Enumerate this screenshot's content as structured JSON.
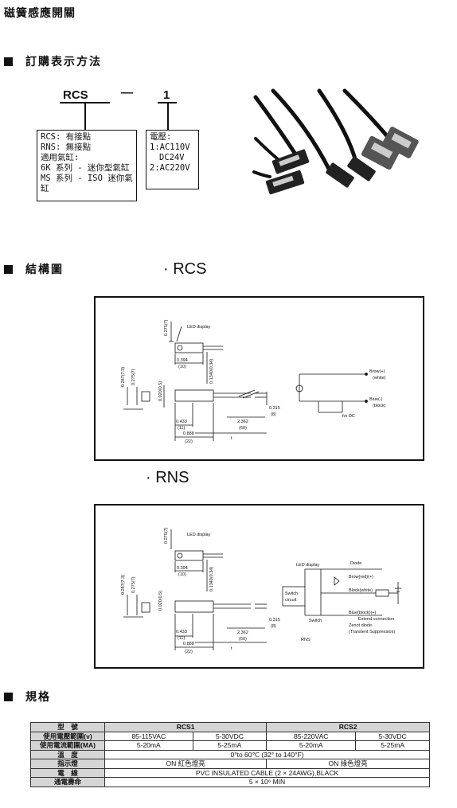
{
  "page_title": "磁簧感應開關",
  "ordering": {
    "heading": "訂購表示方法",
    "code_model": "RCS",
    "code_dash": "—",
    "code_option": "1",
    "model_box_lines": [
      "RCS: 有接點",
      "RNS: 無接點",
      "適用氣缸:",
      "6K 系列 - 迷你型氣缸",
      "MS 系列 - ISO 迷你氣缸"
    ],
    "voltage_box_lines": [
      "電壓:",
      "1:AC110V",
      "DC24V",
      "2:AC220V"
    ]
  },
  "structure": {
    "heading": "結構圖",
    "rcs_label": "· RCS",
    "rns_label": "· RNS",
    "dims": {
      "led_display": "LED display",
      "d0275": "0.275(7)",
      "d0394": "0.394",
      "d10": "(10)",
      "d0134": "0.1340(0.34)",
      "d0287": "0.287(7.3)",
      "d0275b": "0.275(7)",
      "d0020": "0.020(0.5)",
      "d0433": "0.433",
      "d11": "(11)",
      "d0888": "0.888",
      "d22": "(22)",
      "d2362": "2.362",
      "d60": "(60)",
      "d0315": "0.315",
      "d8": "(8)",
      "t": "t"
    },
    "rcs_circuit": {
      "brown": "Brow(+)",
      "white": "(white)",
      "blue": "Blue(-)",
      "block": "(block)",
      "fordc": "for DC"
    },
    "rns_circuit": {
      "led_display": "LED display",
      "diode": "Diode",
      "brown": "Brow(red)(+)",
      "black": "Block(white)",
      "blue": "Blue(block)(+)",
      "extend": "Extend connection",
      "switch_circuit_1": "Switch",
      "switch_circuit_2": "circuit",
      "switch": "Switch",
      "zenot": "Zenot diode",
      "transient": "(Transient Suppressios)",
      "rns": "RNS"
    }
  },
  "specs": {
    "heading": "規格",
    "header": {
      "label": "型　號",
      "rcs1": "RCS1",
      "rcs2": "RCS2"
    },
    "rows": [
      {
        "label": "使用電壓範圍(v)",
        "cells": [
          "85-115VAC",
          "5-30VDC",
          "85-220VAC",
          "5-30VDC"
        ]
      },
      {
        "label": "使用電流範圍(MA)",
        "cells": [
          "5-20mA",
          "5-25mA",
          "5-20mA",
          "5-25mA"
        ]
      }
    ],
    "temperature": {
      "label": "溫　度",
      "value": "0°to 60℃  (32°  to 140°F)"
    },
    "indicator": {
      "label": "指示燈",
      "rcs1": "ON 紅色燈亮",
      "rcs2": "ON 綠色燈亮"
    },
    "cable": {
      "label": "電　線",
      "value": "PVC INSULATED CABLE (2 × 24AWG),BLACK"
    },
    "life": {
      "label": "通電壽命",
      "value": "5 × 10⁶ MIN"
    }
  }
}
